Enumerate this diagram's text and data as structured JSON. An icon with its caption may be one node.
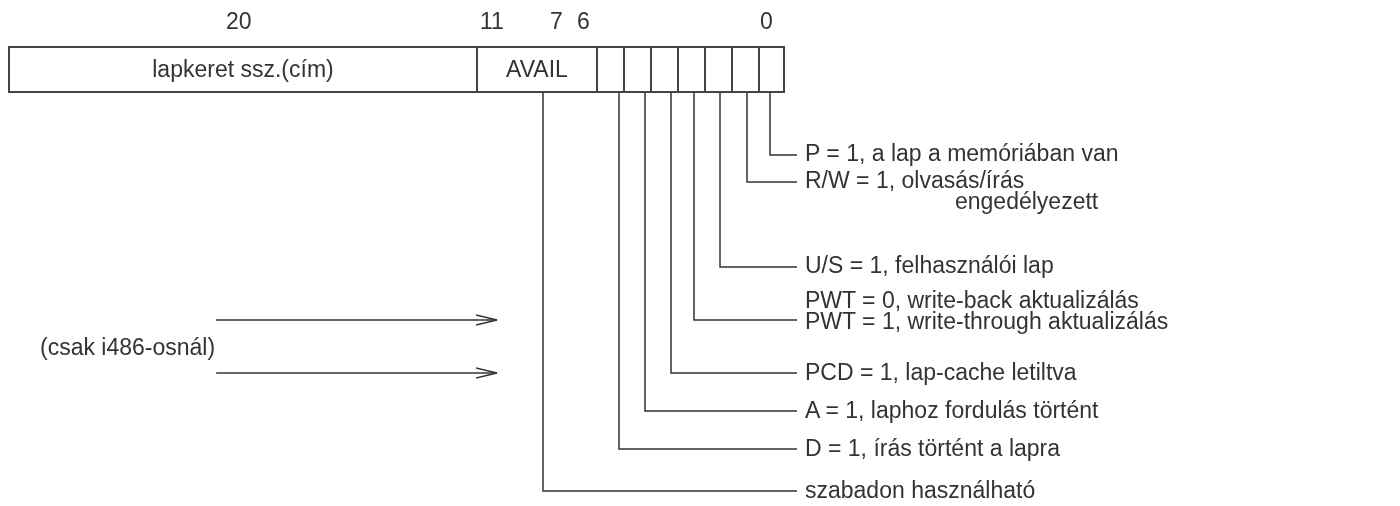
{
  "diagram": {
    "nodes": [
      {
        "text": [
          "lapkeret ssz.(cím)"
        ]
      },
      {
        "text": [
          "AVAIL"
        ]
      },
      {
        "text": [],
        "shape": "box"
      },
      {
        "text": [],
        "shape": "box"
      },
      {
        "text": [],
        "shape": "box"
      },
      {
        "text": [],
        "shape": "box"
      },
      {
        "text": [],
        "shape": "box"
      },
      {
        "text": [],
        "shape": "box"
      },
      {
        "text": [],
        "shape": "box"
      },
      {
        "text": [
          "P = 1, a lap a memóriában van"
        ]
      },
      {
        "text": [
          "R/W = 1, olvasás/írás engedélyezett"
        ]
      },
      {
        "text": [
          "U/S = 1, felhasználói lap"
        ]
      },
      {
        "text": [
          "PWT = 0, write-back aktualizálás",
          "PWT = 1, write-through aktualizálás"
        ]
      },
      {
        "text": [
          "PCD = 1, lap-cache letiltva"
        ]
      },
      {
        "text": [
          "A = 1, laphoz fordulás történt"
        ]
      },
      {
        "text": [
          "D = 1, írás történt a lapra"
        ]
      },
      {
        "text": [
          "szabadon használható"
        ]
      },
      {
        "text": [
          "(csak i486-osnál)"
        ]
      }
    ],
    "edges": [
      {
        "from": 8,
        "to": 9,
        "arrow": "none"
      },
      {
        "from": 7,
        "to": 10,
        "arrow": "none"
      },
      {
        "from": 6,
        "to": 11,
        "arrow": "none"
      },
      {
        "from": 5,
        "to": 12,
        "arrow": "none"
      },
      {
        "from": 4,
        "to": 13,
        "arrow": "none"
      },
      {
        "from": 3,
        "to": 14,
        "arrow": "none"
      },
      {
        "from": 2,
        "to": 15,
        "arrow": "none"
      },
      {
        "from": 1,
        "to": 16,
        "arrow": "none"
      },
      {
        "from": 17,
        "to": null,
        "arrow": "to"
      },
      {
        "from": 17,
        "to": null,
        "arrow": "to"
      }
    ],
    "labels": [
      "20",
      "11",
      "7",
      "6",
      "0"
    ]
  }
}
